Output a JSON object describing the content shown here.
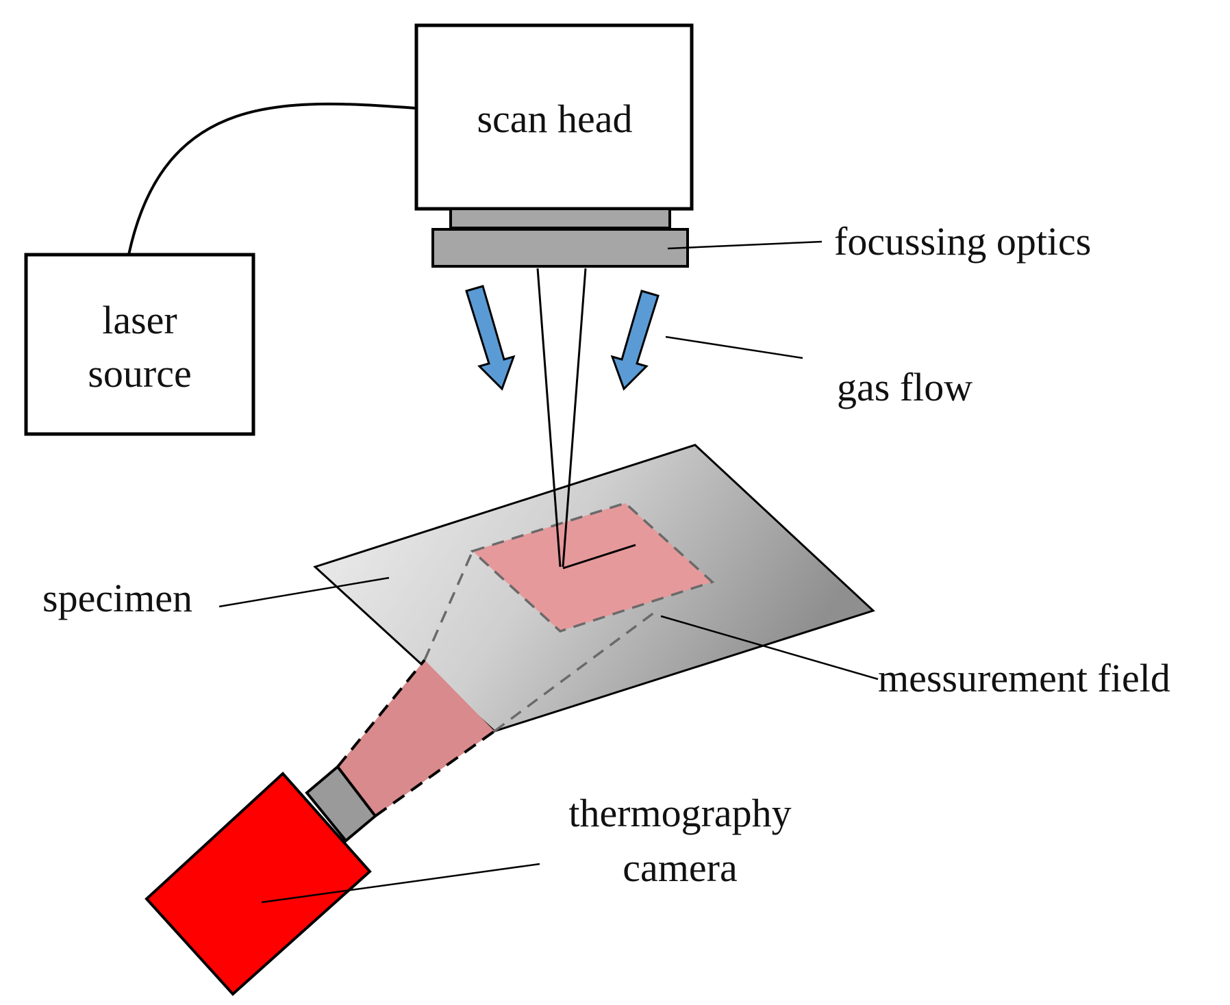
{
  "labels": {
    "scan_head": "scan head",
    "laser_source_line1": "laser",
    "laser_source_line2": "source",
    "focussing_optics": "focussing optics",
    "gas_flow": "gas flow",
    "specimen": "specimen",
    "measurement_field": "messurement field",
    "camera_line1": "thermography",
    "camera_line2": "camera"
  },
  "icons": {
    "gas_flow_arrows": "arrow-down-icon",
    "camera": "camera-icon"
  },
  "colors": {
    "camera_body": "#ff0000",
    "camera_lens": "#9a9a9a",
    "thermal_view": "#d98a8c",
    "measurement_field": "#e6999b",
    "gas_arrow": "#5b9bd5",
    "optics": "#a6a6a6"
  }
}
